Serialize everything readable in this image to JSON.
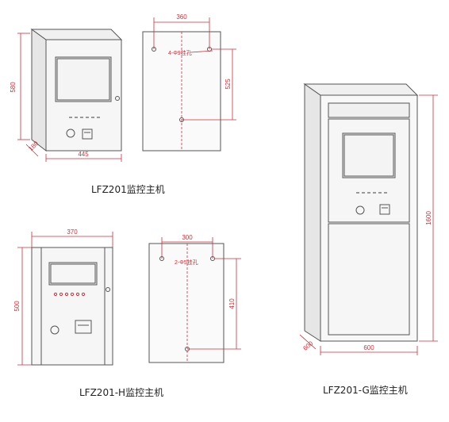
{
  "colors": {
    "outline": "#555555",
    "dimension": "#c8323c",
    "dim_text": "#c8323c",
    "cabinet_side": "#e9e9e9",
    "cabinet_face": "#f3f3f3",
    "screen": "#eeeeee",
    "text": "#222222"
  },
  "captions": {
    "lfz201": "LFZ201监控主机",
    "lfz201_h": "LFZ201-H监控主机",
    "lfz201_g": "LFZ201-G监控主机"
  },
  "dims": {
    "lfz201_height": "580",
    "lfz201_depth": "180",
    "lfz201_width": "445",
    "lfz201_hole_span": "360",
    "lfz201_hole_vert": "525",
    "lfz201_hole_note": "4-Φ9挂孔",
    "lfz201h_width": "370",
    "lfz201h_height": "500",
    "lfz201h_hole_span": "300",
    "lfz201h_hole_vert": "410",
    "lfz201h_hole_note": "2-Φ5挂孔",
    "lfz201g_height": "1600",
    "lfz201g_depth": "600",
    "lfz201g_width": "600"
  }
}
